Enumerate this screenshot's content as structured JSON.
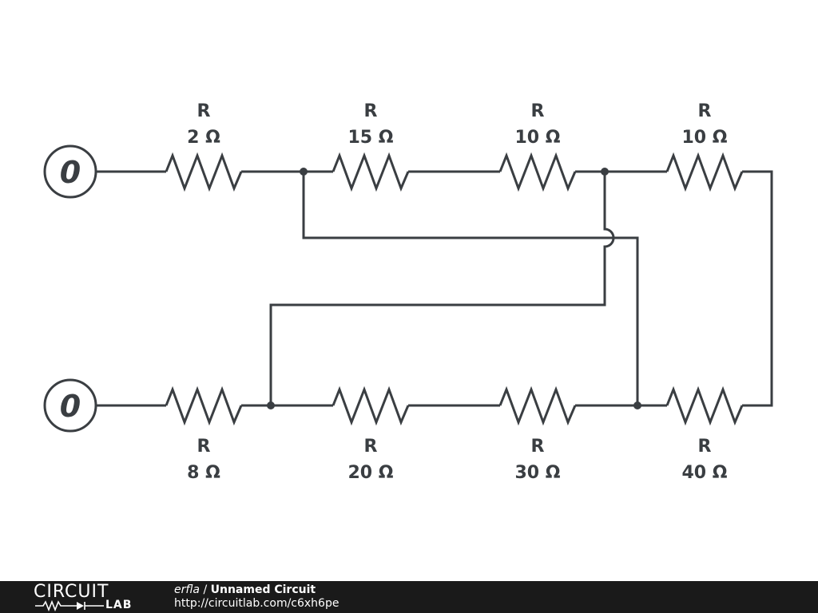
{
  "circuit": {
    "terminals": [
      {
        "id": "top",
        "label": "0"
      },
      {
        "id": "bottom",
        "label": "0"
      }
    ],
    "resistors": [
      {
        "id": "r1",
        "name": "R",
        "value": "2 Ω"
      },
      {
        "id": "r2",
        "name": "R",
        "value": "15 Ω"
      },
      {
        "id": "r3",
        "name": "R",
        "value": "10 Ω"
      },
      {
        "id": "r4",
        "name": "R",
        "value": "10 Ω"
      },
      {
        "id": "r5",
        "name": "R",
        "value": "8 Ω"
      },
      {
        "id": "r6",
        "name": "R",
        "value": "20 Ω"
      },
      {
        "id": "r7",
        "name": "R",
        "value": "30 Ω"
      },
      {
        "id": "r8",
        "name": "R",
        "value": "40 Ω"
      }
    ]
  },
  "footer": {
    "logo_top": "CIRCUIT",
    "logo_bottom": "LAB",
    "author": "erfla",
    "separator": " / ",
    "title": "Unnamed Circuit",
    "url": "http://circuitlab.com/c6xh6pe"
  },
  "colors": {
    "stroke": "#3a3e42",
    "footer_bg": "#1a1a1a"
  }
}
